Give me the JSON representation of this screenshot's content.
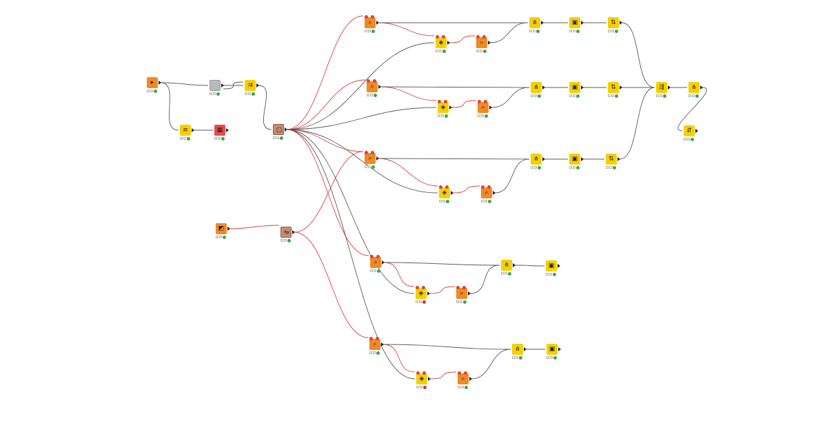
{
  "colors": {
    "data_link": "#5a5a5a",
    "db_link": "#e0413d",
    "node_yellow": "#f5d000",
    "node_orange": "#f08a24",
    "node_gray": "#b9b9b9",
    "node_brown": "#c98a70",
    "node_red": "#ea4a4a",
    "status_ok": "#3aa843",
    "status_error": "#d9303e"
  },
  "nodes": [
    {
      "id": "n1",
      "kind": "orange",
      "icon": "db-reader-icon"
    },
    {
      "id": "n2",
      "kind": "gray",
      "icon": "metanode-icon"
    },
    {
      "id": "n3",
      "kind": "yellow",
      "icon": "column-filter-icon"
    },
    {
      "id": "n4",
      "kind": "yellow",
      "icon": "row-filter-icon"
    },
    {
      "id": "n5",
      "kind": "red",
      "icon": "table-view-icon"
    },
    {
      "id": "n6",
      "kind": "brown",
      "icon": "loop-start-icon"
    },
    {
      "id": "n7",
      "kind": "orange",
      "icon": "db-connector-icon"
    },
    {
      "id": "n8",
      "kind": "brown",
      "icon": "parameter-icon"
    },
    {
      "id": "r1a",
      "kind": "orange",
      "icon": "db-query-icon"
    },
    {
      "id": "r1b",
      "kind": "yellow",
      "icon": "learner-icon"
    },
    {
      "id": "r1c",
      "kind": "orange",
      "icon": "db-query-icon"
    },
    {
      "id": "r1d",
      "kind": "yellow",
      "icon": "joiner-icon"
    },
    {
      "id": "r1e",
      "kind": "yellow",
      "icon": "scorer-icon"
    },
    {
      "id": "r1f",
      "kind": "yellow",
      "icon": "column-rename-icon"
    },
    {
      "id": "r2a",
      "kind": "orange",
      "icon": "db-query-icon"
    },
    {
      "id": "r2b",
      "kind": "yellow",
      "icon": "learner-icon"
    },
    {
      "id": "r2c",
      "kind": "orange",
      "icon": "db-query-icon"
    },
    {
      "id": "r2d",
      "kind": "yellow",
      "icon": "joiner-icon"
    },
    {
      "id": "r2e",
      "kind": "yellow",
      "icon": "scorer-icon"
    },
    {
      "id": "r2f",
      "kind": "yellow",
      "icon": "column-rename-icon"
    },
    {
      "id": "r3a",
      "kind": "orange",
      "icon": "db-query-icon"
    },
    {
      "id": "r3b",
      "kind": "yellow",
      "icon": "learner-icon"
    },
    {
      "id": "r3c",
      "kind": "orange",
      "icon": "db-query-icon"
    },
    {
      "id": "r3d",
      "kind": "yellow",
      "icon": "joiner-icon"
    },
    {
      "id": "r3e",
      "kind": "yellow",
      "icon": "scorer-icon"
    },
    {
      "id": "r3f",
      "kind": "yellow",
      "icon": "column-rename-icon"
    },
    {
      "id": "r4a",
      "kind": "orange",
      "icon": "db-query-icon"
    },
    {
      "id": "r4b",
      "kind": "yellow",
      "icon": "learner-icon",
      "status": "error"
    },
    {
      "id": "r4c",
      "kind": "orange",
      "icon": "db-query-icon"
    },
    {
      "id": "r4d",
      "kind": "yellow",
      "icon": "joiner-icon"
    },
    {
      "id": "r4e",
      "kind": "yellow",
      "icon": "scorer-icon"
    },
    {
      "id": "r5a",
      "kind": "orange",
      "icon": "db-query-icon"
    },
    {
      "id": "r5b",
      "kind": "yellow",
      "icon": "learner-icon",
      "status": "error"
    },
    {
      "id": "r5c",
      "kind": "orange",
      "icon": "db-query-icon"
    },
    {
      "id": "r5d",
      "kind": "yellow",
      "icon": "joiner-icon"
    },
    {
      "id": "r5e",
      "kind": "yellow",
      "icon": "scorer-icon"
    },
    {
      "id": "c1",
      "kind": "yellow",
      "icon": "concatenate-icon"
    },
    {
      "id": "c2",
      "kind": "yellow",
      "icon": "joiner-icon"
    },
    {
      "id": "c3",
      "kind": "yellow",
      "icon": "sorter-icon"
    }
  ],
  "links": [
    {
      "from": "n1",
      "to": "n2",
      "type": "data"
    },
    {
      "from": "n1",
      "to": "n4",
      "type": "data"
    },
    {
      "from": "n4",
      "to": "n5",
      "type": "data"
    },
    {
      "from": "n2",
      "to": "n3",
      "type": "data"
    },
    {
      "from": "n2",
      "to": "n3",
      "type": "data"
    },
    {
      "from": "n3",
      "to": "n6",
      "type": "data"
    },
    {
      "from": "n7",
      "to": "n8",
      "type": "db"
    },
    {
      "from": "n6",
      "to": "r1a",
      "type": "db"
    },
    {
      "from": "n6",
      "to": "r2a",
      "type": "db"
    },
    {
      "from": "n6",
      "to": "r3a",
      "type": "db"
    },
    {
      "from": "n6",
      "to": "r4a",
      "type": "db"
    },
    {
      "from": "n8",
      "to": "r3a",
      "type": "db"
    },
    {
      "from": "n8",
      "to": "r5a",
      "type": "db"
    },
    {
      "from": "n6",
      "to": "r1b",
      "type": "data"
    },
    {
      "from": "n6",
      "to": "r2b",
      "type": "data"
    },
    {
      "from": "n6",
      "to": "r3b",
      "type": "data"
    },
    {
      "from": "n6",
      "to": "r4b",
      "type": "data"
    },
    {
      "from": "n6",
      "to": "r5b",
      "type": "data"
    },
    {
      "from": "r1a",
      "to": "r1b",
      "type": "db"
    },
    {
      "from": "r1b",
      "to": "r1c",
      "type": "db"
    },
    {
      "from": "r1a",
      "to": "r1d",
      "type": "data"
    },
    {
      "from": "r1c",
      "to": "r1d",
      "type": "data"
    },
    {
      "from": "r1d",
      "to": "r1e",
      "type": "data"
    },
    {
      "from": "r1e",
      "to": "r1f",
      "type": "data"
    },
    {
      "from": "r2a",
      "to": "r2b",
      "type": "db"
    },
    {
      "from": "r2b",
      "to": "r2c",
      "type": "db"
    },
    {
      "from": "r2a",
      "to": "r2d",
      "type": "data"
    },
    {
      "from": "r2c",
      "to": "r2d",
      "type": "data"
    },
    {
      "from": "r2d",
      "to": "r2e",
      "type": "data"
    },
    {
      "from": "r2e",
      "to": "r2f",
      "type": "data"
    },
    {
      "from": "r3a",
      "to": "r3b",
      "type": "db"
    },
    {
      "from": "r3b",
      "to": "r3c",
      "type": "db"
    },
    {
      "from": "r3a",
      "to": "r3d",
      "type": "data"
    },
    {
      "from": "r3c",
      "to": "r3d",
      "type": "data"
    },
    {
      "from": "r3d",
      "to": "r3e",
      "type": "data"
    },
    {
      "from": "r3e",
      "to": "r3f",
      "type": "data"
    },
    {
      "from": "r4a",
      "to": "r4b",
      "type": "db"
    },
    {
      "from": "r4b",
      "to": "r4c",
      "type": "db"
    },
    {
      "from": "r4a",
      "to": "r4d",
      "type": "data"
    },
    {
      "from": "r4c",
      "to": "r4d",
      "type": "data"
    },
    {
      "from": "r4d",
      "to": "r4e",
      "type": "data"
    },
    {
      "from": "r5a",
      "to": "r5b",
      "type": "db"
    },
    {
      "from": "r5b",
      "to": "r5c",
      "type": "db"
    },
    {
      "from": "r5a",
      "to": "r5d",
      "type": "data"
    },
    {
      "from": "r5c",
      "to": "r5d",
      "type": "data"
    },
    {
      "from": "r5d",
      "to": "r5e",
      "type": "data"
    },
    {
      "from": "r1f",
      "to": "c1",
      "type": "data"
    },
    {
      "from": "r2f",
      "to": "c1",
      "type": "data"
    },
    {
      "from": "r3f",
      "to": "c1",
      "type": "data"
    },
    {
      "from": "c1",
      "to": "c2",
      "type": "data"
    },
    {
      "from": "c2",
      "to": "c3",
      "type": "data"
    }
  ]
}
